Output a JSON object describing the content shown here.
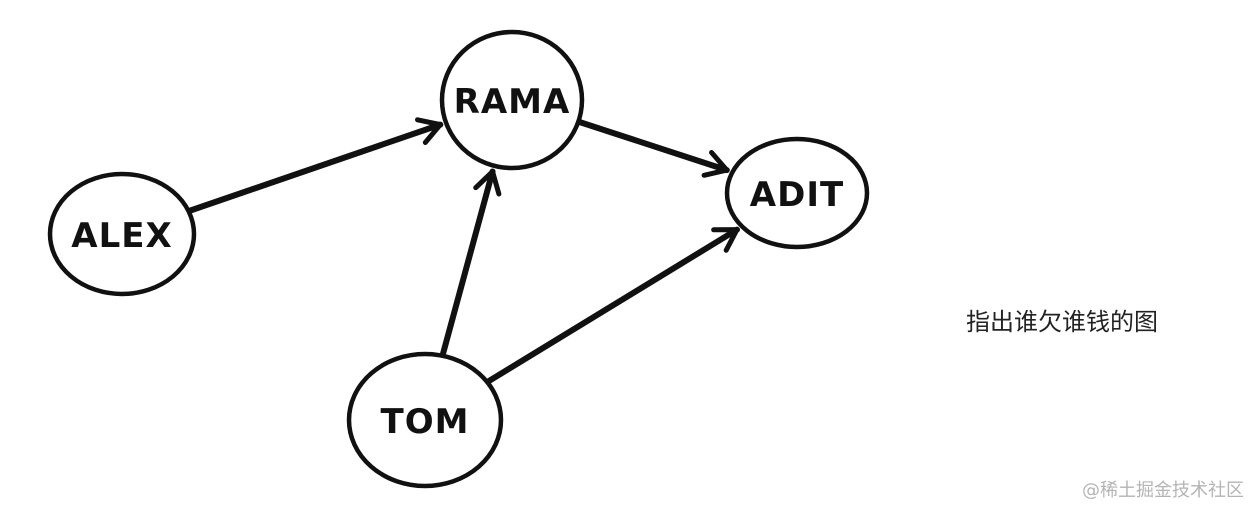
{
  "diagram": {
    "nodes": [
      {
        "id": "alex",
        "label": "ALEX"
      },
      {
        "id": "rama",
        "label": "RAMA"
      },
      {
        "id": "adit",
        "label": "ADIT"
      },
      {
        "id": "tom",
        "label": "TOM"
      }
    ],
    "edges": [
      {
        "from": "alex",
        "to": "rama"
      },
      {
        "from": "rama",
        "to": "adit"
      },
      {
        "from": "tom",
        "to": "rama"
      },
      {
        "from": "tom",
        "to": "adit"
      }
    ],
    "caption": "指出谁欠谁钱的图"
  },
  "watermark": "@稀土掘金技术社区"
}
